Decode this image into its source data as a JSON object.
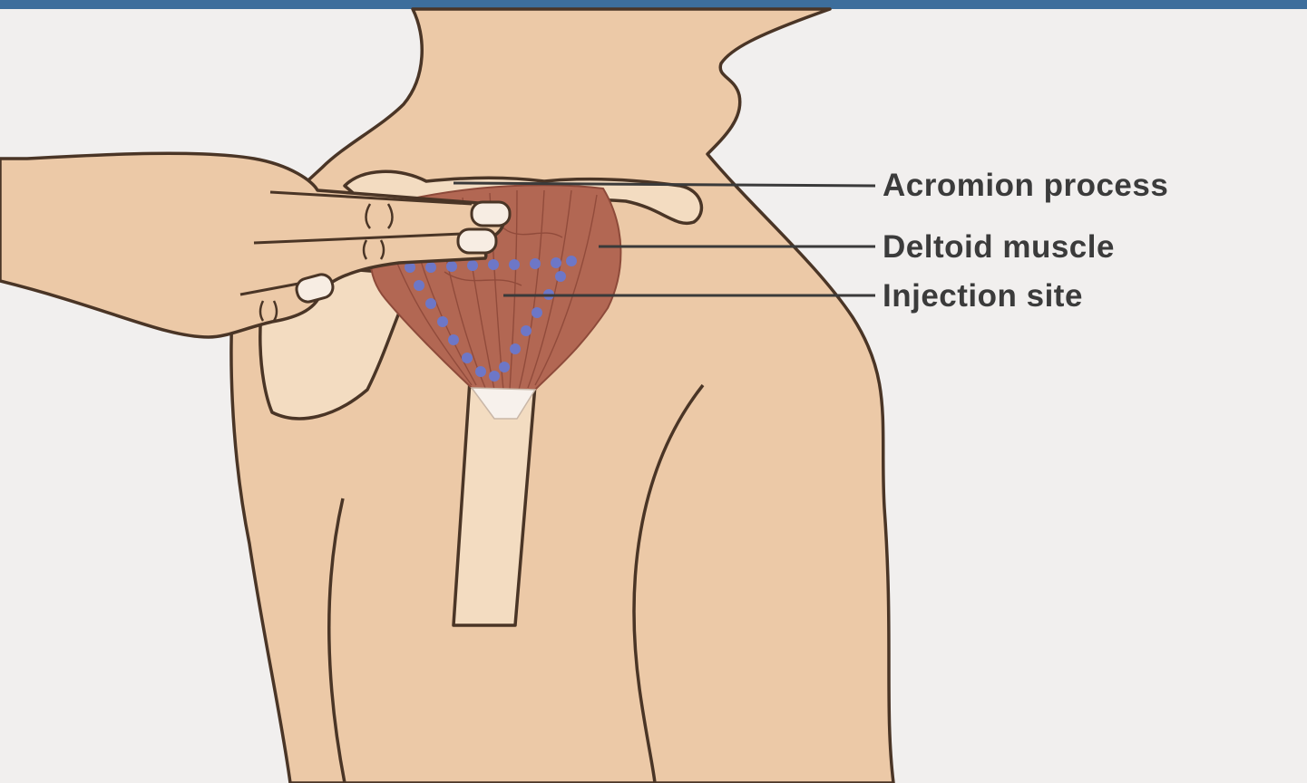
{
  "labels": {
    "acromion": "Acromion process",
    "deltoid": "Deltoid muscle",
    "injection": "Injection site"
  },
  "colors": {
    "background": "#f1efee",
    "top_band": "#3d6e9c",
    "skin": "#ecc9a7",
    "bone": "#f3dcc1",
    "muscle": "#b26753",
    "outline": "#4a3526",
    "injection_dots": "#6d77c7",
    "leader_line": "#3a3a3a"
  },
  "icons": {
    "hand": "hand-icon",
    "shoulder": "shoulder-icon",
    "muscle": "deltoid-muscle-icon",
    "bone": "humerus-icon"
  }
}
